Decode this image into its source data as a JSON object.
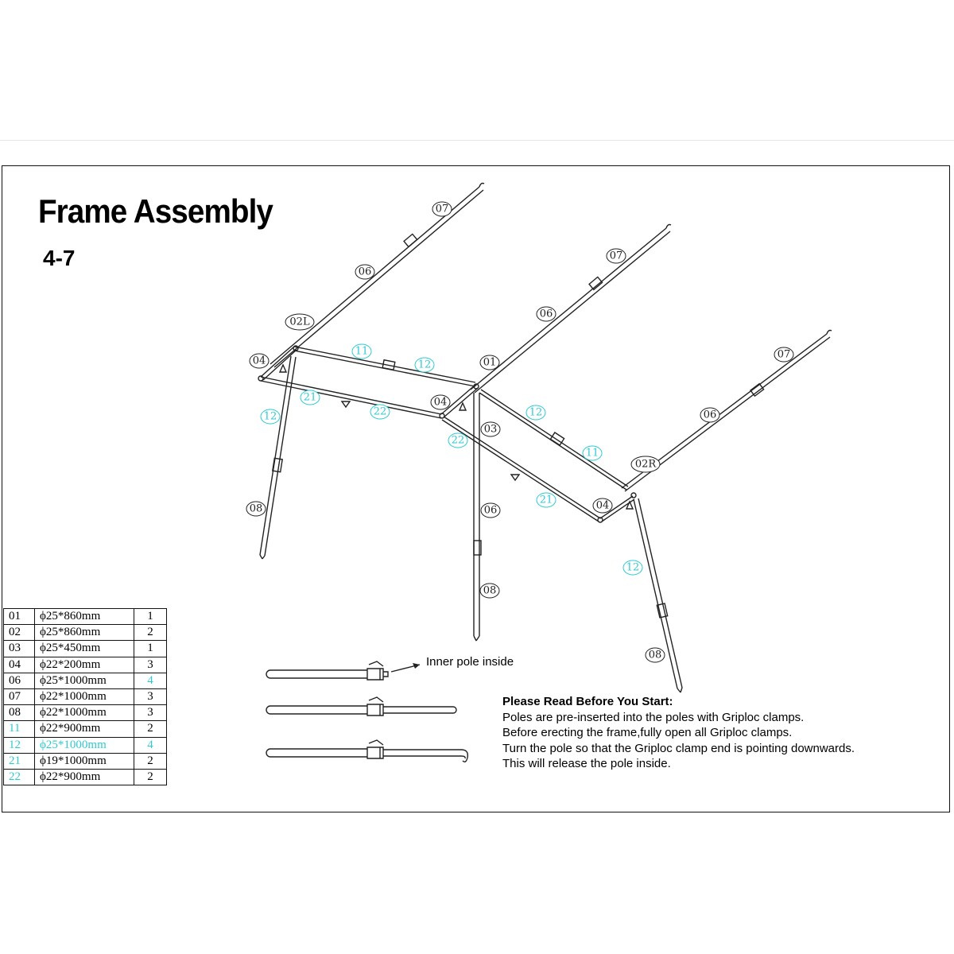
{
  "title": "Frame Assembly",
  "step": "4-7",
  "callouts": {
    "left_07": "07",
    "left_06": "06",
    "left_02L": "02L",
    "left_04": "04",
    "c_11_top": "11",
    "c_12_top": "12",
    "c_21_left": "21",
    "c_22_left": "22",
    "c_12_leftleg": "12",
    "left_08": "08",
    "mid_07": "07",
    "mid_06": "06",
    "mid_01": "01",
    "mid_04": "04",
    "mid_03": "03",
    "c_22_mid": "22",
    "c_12_mid": "12",
    "c_11_mid": "11",
    "mid_06_leg": "06",
    "mid_08": "08",
    "right_07": "07",
    "right_06": "06",
    "right_02R": "02R",
    "right_04": "04",
    "c_21_right": "21",
    "c_12_rightleg": "12",
    "right_08": "08"
  },
  "parts_table": [
    {
      "code": "01",
      "size": "ϕ25*860mm",
      "qty": "1",
      "highlight_code": false,
      "highlight_size": false,
      "highlight_qty": false
    },
    {
      "code": "02",
      "size": "ϕ25*860mm",
      "qty": "2",
      "highlight_code": false,
      "highlight_size": false,
      "highlight_qty": false
    },
    {
      "code": "03",
      "size": "ϕ25*450mm",
      "qty": "1",
      "highlight_code": false,
      "highlight_size": false,
      "highlight_qty": false
    },
    {
      "code": "04",
      "size": "ϕ22*200mm",
      "qty": "3",
      "highlight_code": false,
      "highlight_size": false,
      "highlight_qty": false
    },
    {
      "code": "06",
      "size": "ϕ25*1000mm",
      "qty": "4",
      "highlight_code": false,
      "highlight_size": false,
      "highlight_qty": true
    },
    {
      "code": "07",
      "size": "ϕ22*1000mm",
      "qty": "3",
      "highlight_code": false,
      "highlight_size": false,
      "highlight_qty": false
    },
    {
      "code": "08",
      "size": "ϕ22*1000mm",
      "qty": "3",
      "highlight_code": false,
      "highlight_size": false,
      "highlight_qty": false
    },
    {
      "code": "11",
      "size": "ϕ22*900mm",
      "qty": "2",
      "highlight_code": true,
      "highlight_size": false,
      "highlight_qty": false
    },
    {
      "code": "12",
      "size": "ϕ25*1000mm",
      "qty": "4",
      "highlight_code": true,
      "highlight_size": true,
      "highlight_qty": true
    },
    {
      "code": "21",
      "size": "ϕ19*1000mm",
      "qty": "2",
      "highlight_code": true,
      "highlight_size": false,
      "highlight_qty": false
    },
    {
      "code": "22",
      "size": "ϕ22*900mm",
      "qty": "2",
      "highlight_code": true,
      "highlight_size": false,
      "highlight_qty": false
    }
  ],
  "inner_pole_label": "Inner pole inside",
  "instructions": {
    "title": "Please Read Before You Start:",
    "lines": [
      "Poles are pre-inserted into the poles with Griploc clamps.",
      "Before erecting the frame,fully open all Griploc clamps.",
      "Turn the pole so that the Griploc clamp end is pointing downwards.",
      "This will release the pole inside."
    ]
  },
  "colors": {
    "highlight": "#30c9d3",
    "line": "#222222"
  }
}
